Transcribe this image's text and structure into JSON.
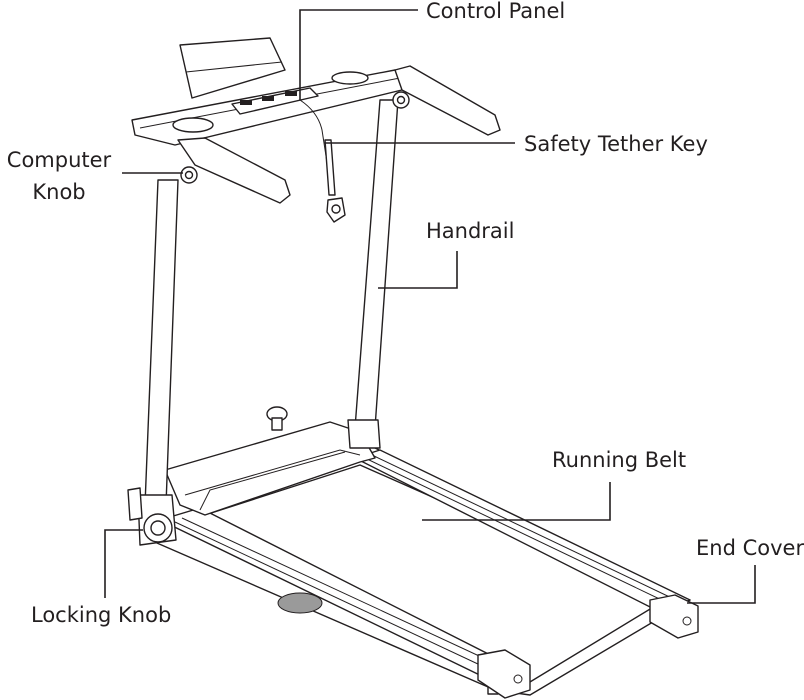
{
  "labels": {
    "control_panel": "Control Panel",
    "safety_tether_key": "Safety Tether Key",
    "computer_knob_line1": "Computer",
    "computer_knob_line2": "Knob",
    "handrail": "Handrail",
    "running_belt": "Running Belt",
    "end_cover": "End Cover",
    "locking_knob": "Locking Knob"
  },
  "colors": {
    "line": "#231f20",
    "background": "#ffffff"
  }
}
